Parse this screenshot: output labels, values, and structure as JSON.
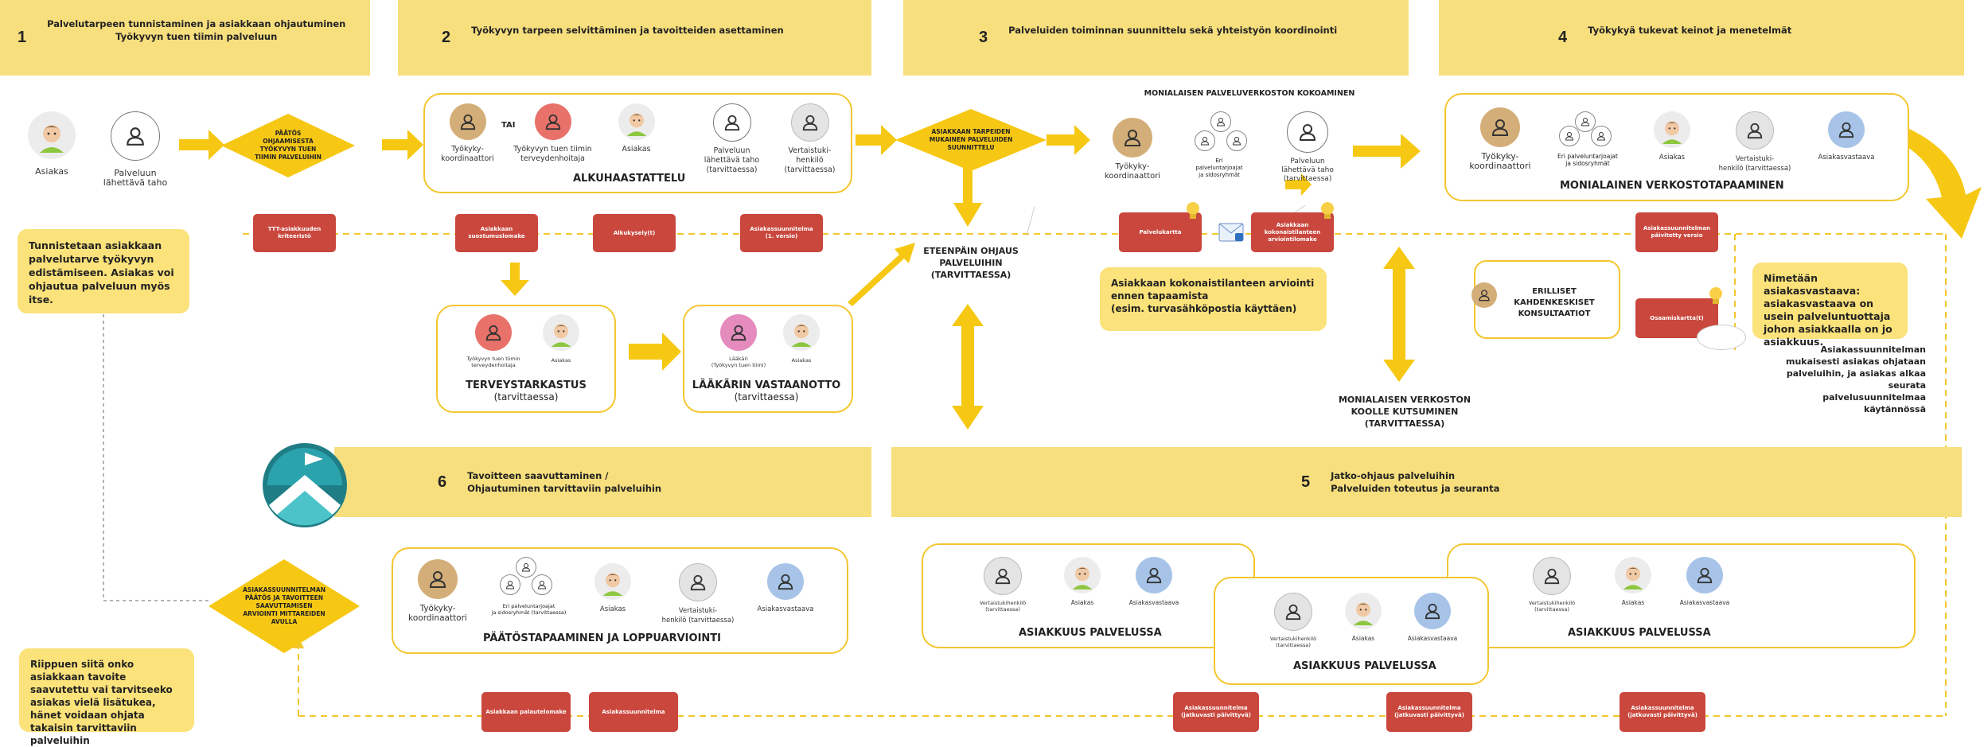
{
  "phases": [
    {
      "num": "1",
      "title": "Palvelutarpeen tunnistaminen ja asiakkaan ohjautuminen\nTyökyvyn tuen tiimin palveluun"
    },
    {
      "num": "2",
      "title": "Työkyvyn tarpeen selvittäminen ja tavoitteiden asettaminen"
    },
    {
      "num": "3",
      "title": "Palveluiden toiminnan suunnittelu sekä yhteistyön koordinointi"
    },
    {
      "num": "4",
      "title": "Työkykyä tukevat keinot ja menetelmät"
    },
    {
      "num": "5",
      "title": "Jatko-ohjaus palveluihin\nPalveluiden toteutus ja seuranta"
    },
    {
      "num": "6",
      "title": "Tavoitteen saavuttaminen /\nOhjautuminen  tarvittaviin palveluihin"
    }
  ],
  "step1": {
    "asiakas": "Asiakas",
    "lahettava": "Palveluun\nlähettävä taho",
    "diamond": "PÄÄTÖS\nOHJAAMISESTA\nTYÖKYVYN TUEN\nTIIMIN PALVELUIHIN",
    "note": "Tunnistetaan asiakkaan palvelutarve työkyvyn edistämiseen. Asiakas voi ohjautua palveluun myös itse."
  },
  "alkuhaastattelu": {
    "title": "ALKUHAASTATTELU",
    "tai": "TAI",
    "people": [
      "Työkyky-\nkoordinaattori",
      "Työkyvyn tuen tiimin\nterveydenhoitaja",
      "Asiakas",
      "Palveluun\nlähettävä taho\n(tarvittaessa)",
      "Vertaistuki-\nhenkilö\n(tarvittaessa)"
    ]
  },
  "red_boxes": {
    "ttt": "TTT-asiakkuuden\nkriteeristö",
    "suostumus": "Asiakkaan\nsuostumuslomake",
    "alkukysely": "Alkukysely(t)",
    "suunnitelma1": "Asiakassuunnitelma\n(1. versio)",
    "palvelukartta": "Palvelukartta",
    "arviointilomake": "Asiakkaan\nkokonaistilanteen\narviointilomake",
    "paivitetty": "Asiakassuunnitelman\npäivitetty versio",
    "osaamiskartta": "Osaamiskartta(t)",
    "palautelomake": "Asiakkaan palautelomake",
    "asiakassuunnitelma": "Asiakassuunnitelma",
    "jatkuvasti": "Asiakassuunnitelma\n(jatkuvasti päivittyvä)"
  },
  "terveystarkastus": {
    "title": "TERVEYSTARKASTUS",
    "sub": "(tarvittaessa)",
    "people": [
      "Työkyvyn tuen tiimin\nterveydenhoitaja",
      "Asiakas"
    ]
  },
  "laakari": {
    "title": "LÄÄKÄRIN VASTAANOTTO",
    "sub": "(tarvittaessa)",
    "people": [
      "Lääkäri\n(Työkyvyn tuen tiimi)",
      "Asiakas"
    ]
  },
  "step3": {
    "diamond": "ASIAKKAAN TARPEIDEN\nMUKAINEN PALVELUIDEN\nSUUNNITTELU",
    "eteenpain": "ETEENPÄIN OHJAUS\nPALVELUIHIN\n(TARVITTAESSA)",
    "kokoaminen": "MONIALAISEN PALVELUVERKOSTON KOKOAMINEN",
    "people": [
      "Työkyky-\nkoordinaattori",
      "Eri\npalveluntarjoajat\nja sidosryhmät",
      "Palveluun\nlähettävä taho\n(tarvittaessa)"
    ],
    "note": "Asiakkaan kokonaistilanteen arviointi ennen tapaamista\n(esim. turvasähköpostia käyttäen)",
    "koolle": "MONIALAISEN VERKOSTON\nKOOLLE KUTSUMINEN\n(TARVITTAESSA)"
  },
  "step4": {
    "title": "MONIALAINEN VERKOSTOTAPAAMINEN",
    "people": [
      "Työkyky-\nkoordinaattori",
      "Eri palveluntarjoajat\nja sidosryhmät",
      "Asiakas",
      "Vertaistuki-\nhenkilö (tarvittaessa)",
      "Asiakasvastaava"
    ],
    "konsultaatiot": "ERILLISET KAHDENKESKISET\nKONSULTAATIOT",
    "note": "Nimetään asiakasvastaava: asiakasvastaava on usein palveluntuottaja johon asiakkaalla on jo asiakkuus.",
    "text": "Asiakassuunnitelman mukaisesti asiakas ohjataan palveluihin, ja asiakas alkaa seurata palvelusuunnitelmaa käytännössä"
  },
  "step5": {
    "boxes": [
      "ASIAKKUUS PALVELUSSA",
      "ASIAKKUUS PALVELUSSA",
      "ASIAKKUUS PALVELUSSA"
    ],
    "people": [
      "Vertaistukihenkilö\n(tarvittaessa)",
      "Asiakas",
      "Asiakasvastaava"
    ]
  },
  "step6": {
    "diamond": "ASIAKASSUUNNITELMAN\nPÄÄTÖS JA TAVOITTEEN\nSAAVUTTAMISEN\nARVIOINTI MITTAREIDEN\nAVULLA",
    "title": "PÄÄTÖSTAPAAMINEN JA LOPPUARVIOINTI",
    "people": [
      "Työkyky-\nkoordinaattori",
      "Eri palveluntarjoajat\nja sidosryhmät (tarvittaessa)",
      "Asiakas",
      "Vertaistuki-\nhenkilö (tarvittaessa)",
      "Asiakasvastaava"
    ],
    "note": "Riippuen siitä onko asiakkaan tavoite saavutettu vai tarvitseeko asiakas vielä lisätukea, hänet voidaan ohjata takaisin tarvittaviin palveluihin"
  },
  "colors": {
    "yellow": "#f7df7e",
    "gold": "#f3c62f",
    "red": "#c9473d",
    "arrow": "#f6c814"
  }
}
